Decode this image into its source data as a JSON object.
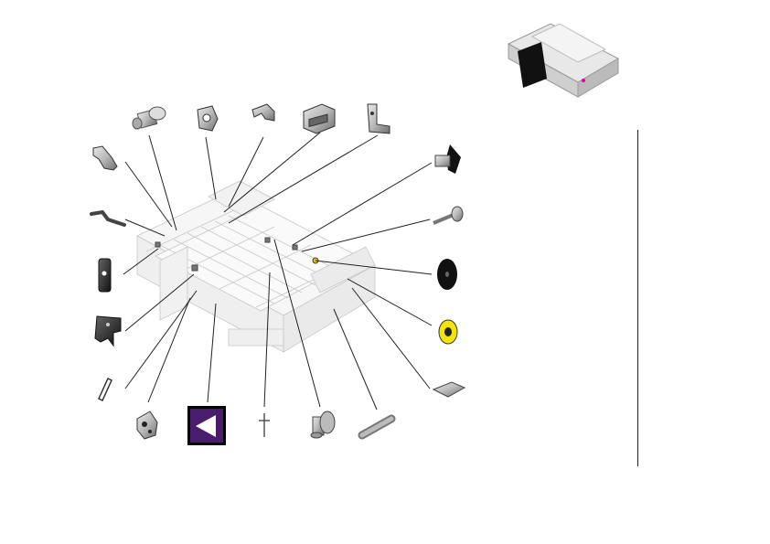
{
  "diagram": {
    "view": "exploded-parts-diagram",
    "thumbnail": {
      "icon": "assembly-overview-icon"
    },
    "parts": [
      {
        "id": "pin-sleeve",
        "icon": "pin-sleeve-icon"
      },
      {
        "id": "gasket-plate",
        "icon": "gasket-plate-icon"
      },
      {
        "id": "small-bracket",
        "icon": "small-bracket-icon"
      },
      {
        "id": "connector-block",
        "icon": "connector-block-icon"
      },
      {
        "id": "l-bracket",
        "icon": "l-bracket-icon"
      },
      {
        "id": "hinge-bracket",
        "icon": "hinge-bracket-icon"
      },
      {
        "id": "bent-rod",
        "icon": "bent-rod-icon"
      },
      {
        "id": "pad-plate",
        "icon": "pad-plate-icon"
      },
      {
        "id": "mount-bracket",
        "icon": "mount-bracket-icon"
      },
      {
        "id": "wire-clip",
        "icon": "wire-clip-icon"
      },
      {
        "id": "clamp-block",
        "icon": "clamp-block-icon"
      },
      {
        "id": "label-badge",
        "icon": "label-badge-icon",
        "highlight": "#4a1c6e"
      },
      {
        "id": "split-pin",
        "icon": "split-pin-icon"
      },
      {
        "id": "stepped-shaft",
        "icon": "stepped-shaft-icon"
      },
      {
        "id": "coil-spring",
        "icon": "coil-spring-icon"
      },
      {
        "id": "knob",
        "icon": "knob-icon"
      },
      {
        "id": "axle-pin",
        "icon": "axle-pin-icon"
      },
      {
        "id": "black-washer",
        "icon": "black-washer-icon"
      },
      {
        "id": "yellow-bushing",
        "icon": "yellow-bushing-icon",
        "highlight": "#f2e600"
      },
      {
        "id": "clip-plate",
        "icon": "clip-plate-icon"
      }
    ]
  }
}
